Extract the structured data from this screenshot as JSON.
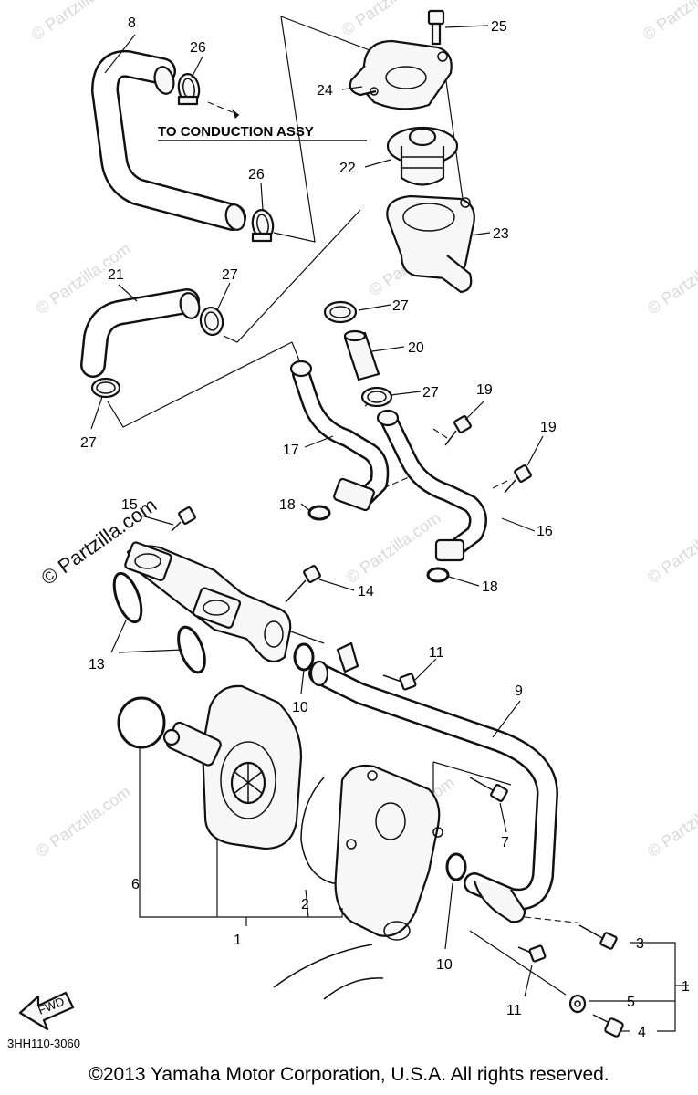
{
  "annotation": "TO CONDUCTION ASSY",
  "diagram_code": "3HH110-3060",
  "fwd_label": "FWD",
  "copyright": "©2013 Yamaha Motor Corporation, U.S.A. All rights reserved.",
  "watermark_main": "© Partzilla.com",
  "watermark_faint": "© Partzilla.com",
  "callouts": {
    "c1a": "1",
    "c1b": "1",
    "c2": "2",
    "c3": "3",
    "c4": "4",
    "c5": "5",
    "c6": "6",
    "c7": "7",
    "c8": "8",
    "c9": "9",
    "c10a": "10",
    "c10b": "10",
    "c11a": "11",
    "c11b": "11",
    "c13": "13",
    "c14": "14",
    "c15": "15",
    "c16": "16",
    "c17": "17",
    "c18a": "18",
    "c18b": "18",
    "c19a": "19",
    "c19b": "19",
    "c20": "20",
    "c21": "21",
    "c22": "22",
    "c23": "23",
    "c24": "24",
    "c25": "25",
    "c26a": "26",
    "c26b": "26",
    "c27a": "27",
    "c27b": "27",
    "c27c": "27",
    "c27d": "27"
  }
}
